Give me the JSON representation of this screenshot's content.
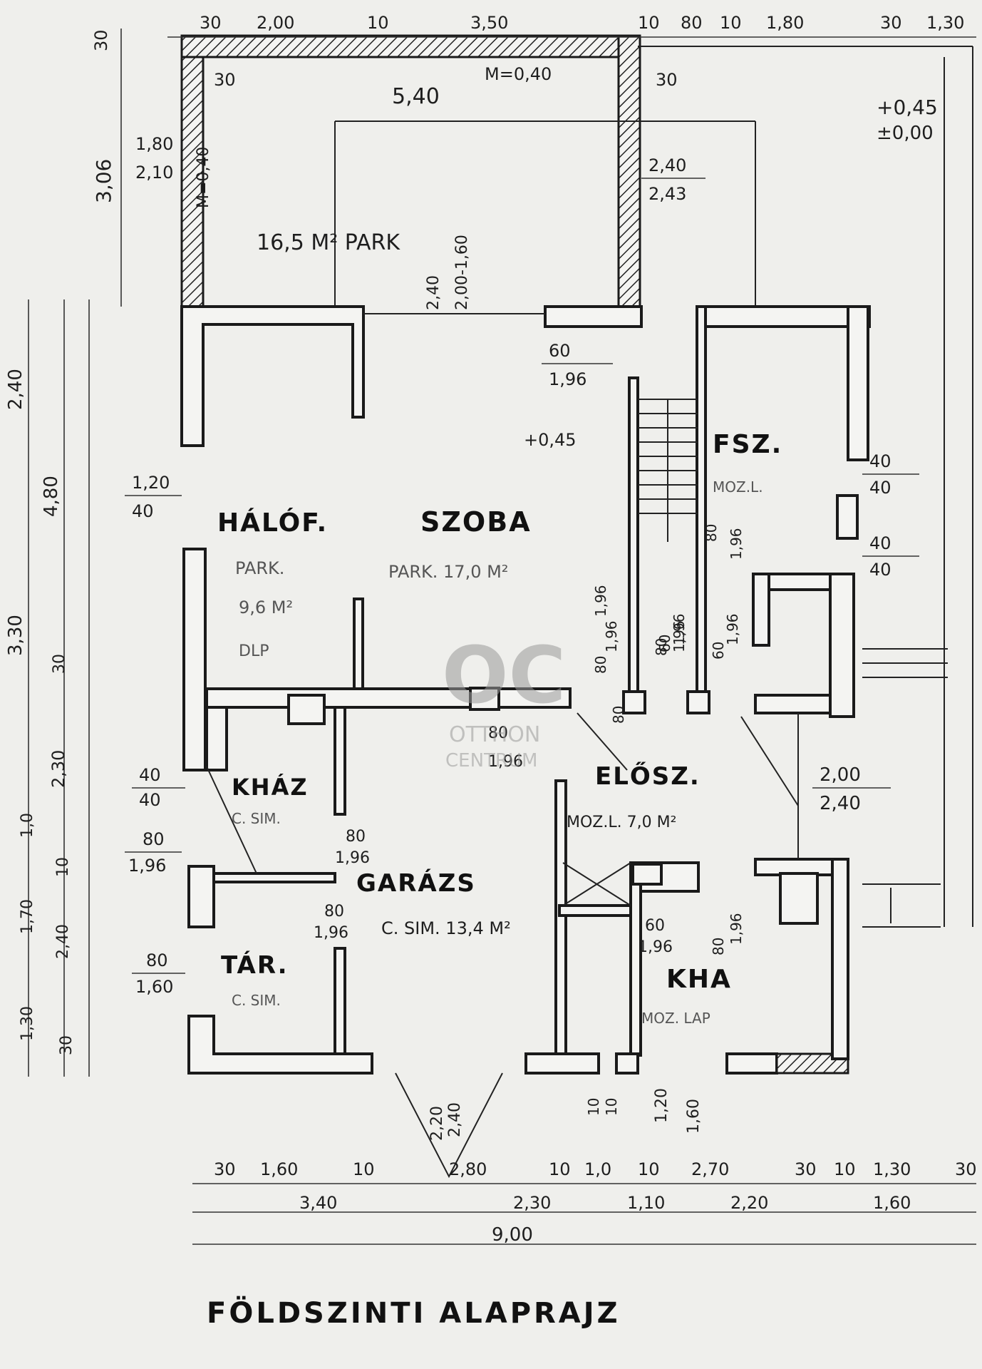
{
  "title": "FÖLDSZINTI ALAPRAJZ",
  "rooms": {
    "halof": "HÁLÓF.",
    "halof_floor": "PARK.",
    "halof_area": "9,6 M²",
    "halof_note": "DLP",
    "szoba": "SZOBA",
    "szoba_floor": "PARK. 17,0 M²",
    "terasz": "16,5 M² PARK",
    "fsz": "FSZ.",
    "fsz_floor": "MOZ.L.",
    "khaz": "KHÁZ",
    "khaz_floor": "C. SIM.",
    "garazs": "GARÁZS",
    "garazs_floor": "C. SIM. 13,4 M²",
    "tar": "TÁR.",
    "tar_floor": "C. SIM.",
    "elosz": "ELŐSZ.",
    "elosz_floor": "MOZ.L. 7,0 M²",
    "kha": "KHA",
    "kha_floor": "MOZ. LAP"
  },
  "levels": {
    "floor": "+0,45",
    "ground": "±0,00",
    "inner": "+0,45"
  },
  "top_dims": [
    "30",
    "2,00",
    "10",
    "3,50",
    "10",
    "80",
    "10",
    "1,80",
    "30",
    "1,30"
  ],
  "top_notes": {
    "span": "5,40",
    "m040": "M=0,40",
    "m040_v": "M=0,40",
    "t30a": "30",
    "t30b": "30"
  },
  "left_dims": [
    "30",
    "3,06",
    "1,80",
    "2,10",
    "2,40",
    "4,80",
    "3,30",
    "30",
    "2,30",
    "1,0",
    "10",
    "1,70",
    "2,40",
    "1,30",
    "30"
  ],
  "inner_dims": {
    "win_top": "2,40",
    "win_bot": "2,43",
    "d_a": "2,40",
    "d_b": "2,00-1,60",
    "d60": "60",
    "d196": "1,96",
    "l120": "1,20",
    "l40": "40",
    "r40a": "40",
    "r40b": "40",
    "r40c": "40",
    "r40d": "40",
    "khaz40a": "40",
    "khaz40b": "40",
    "k80": "80",
    "k196": "1,96",
    "g80a": "80",
    "g196a": "1,96",
    "g80b": "80",
    "g196b": "1,96",
    "t80": "80",
    "t160": "1,60",
    "e200": "2,00",
    "e240": "2,40",
    "kh60": "60",
    "kh196": "1,96",
    "v80a": "80",
    "v196a": "1,96",
    "v60a": "60",
    "v196b": "1,96",
    "v60b": "60",
    "v196c": "1,96",
    "v80b": "80",
    "v196d": "1,96",
    "s80": "80",
    "s196": "1,96",
    "gate_a": "2,20",
    "gate_b": "2,40",
    "b10a": "10",
    "b10b": "10",
    "b120": "1,20",
    "b160": "1,60",
    "w80": "80",
    "w196": "1,96",
    "mid80": "80",
    "mid196": "1,96",
    "v180": "80",
    "v1196": "1,96"
  },
  "bottom_dims_row1": [
    "30",
    "1,60",
    "10",
    "2,80",
    "10",
    "1,0",
    "10",
    "2,70",
    "30",
    "10",
    "1,30",
    "30"
  ],
  "bottom_dims_row2": [
    "3,40",
    "2,30",
    "1,10",
    "2,20",
    "1,60"
  ],
  "bottom_total": "9,00",
  "watermark": {
    "logo": "OC",
    "line1": "OTTHON",
    "line2": "CENTRUM"
  },
  "colors": {
    "ink": "#1a1a1a",
    "paper": "#f1f1ef",
    "watermark": "#9a9a9a"
  }
}
